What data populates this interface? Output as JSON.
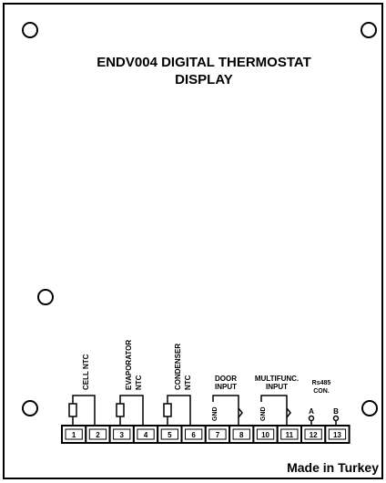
{
  "title": {
    "line1": "ENDV004 DIGITAL THERMOSTAT",
    "line2": "DISPLAY"
  },
  "sensors": {
    "cell": "CELL NTC",
    "evaporator_line1": "EVAPORATOR",
    "evaporator_line2": "NTC",
    "condenser_line1": "CONDENSER",
    "condenser_line2": "NTC"
  },
  "inputs": {
    "door_line1": "DOOR",
    "door_line2": "INPUT",
    "multi_line1": "MULTIFUNC.",
    "multi_line2": "INPUT",
    "gnd_a": "GND",
    "gnd_b": "GND"
  },
  "rs485": {
    "line1": "Rs485",
    "line2": "CON.",
    "a": "A",
    "b": "B"
  },
  "terminals": [
    "1",
    "2",
    "3",
    "4",
    "5",
    "6",
    "7",
    "8",
    "10",
    "11",
    "12",
    "13"
  ],
  "footer": "Made in Turkey"
}
